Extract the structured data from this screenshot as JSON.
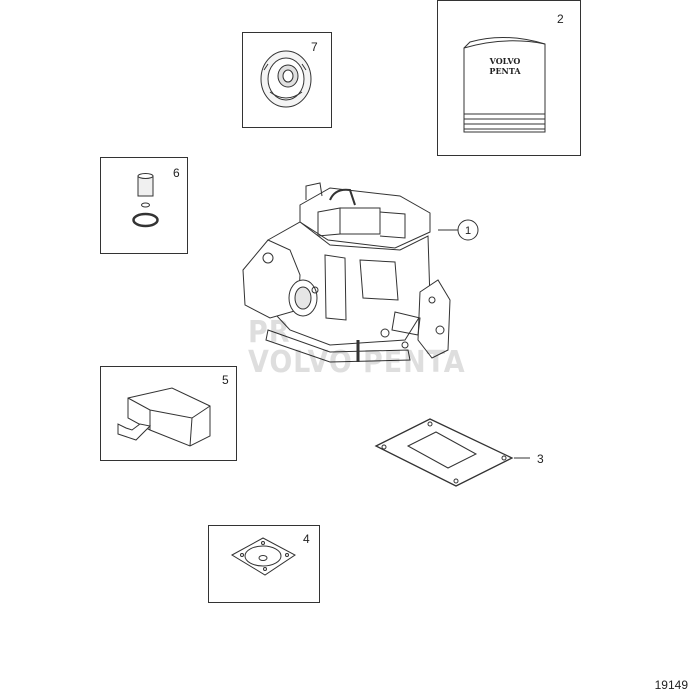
{
  "figure_number": "19149",
  "watermark": "VOLVO PENTA",
  "watermark_partial": "PR",
  "colors": {
    "line": "#333333",
    "fill": "#ffffff",
    "shade": "#d0d0d0",
    "watermark": "#dddddd"
  },
  "parts": [
    {
      "callout": "1",
      "name": "Carburetor"
    },
    {
      "callout": "2",
      "name": "Manual",
      "brand_lines": [
        "VOLVO",
        "PENTA"
      ]
    },
    {
      "callout": "3",
      "name": "Gasket"
    },
    {
      "callout": "4",
      "name": "Diaphragm"
    },
    {
      "callout": "5",
      "name": "Float"
    },
    {
      "callout": "6",
      "name": "Needle valve kit"
    },
    {
      "callout": "7",
      "name": "Pump"
    }
  ]
}
